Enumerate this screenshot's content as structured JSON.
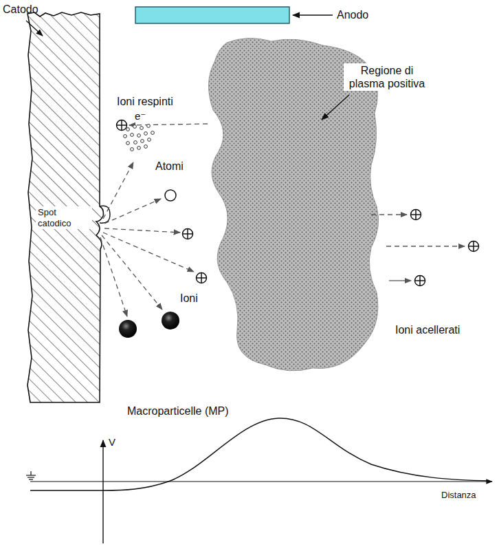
{
  "diagram": {
    "labels": [
      "Catodo",
      "Anodo",
      "Regione di plasma positiva",
      "Ioni respinti",
      "e⁻",
      "Atomi",
      "Spot catodico",
      "Ioni",
      "Ioni acellerati",
      "Macroparticelle (MP)",
      "V",
      "Distanza"
    ]
  }
}
